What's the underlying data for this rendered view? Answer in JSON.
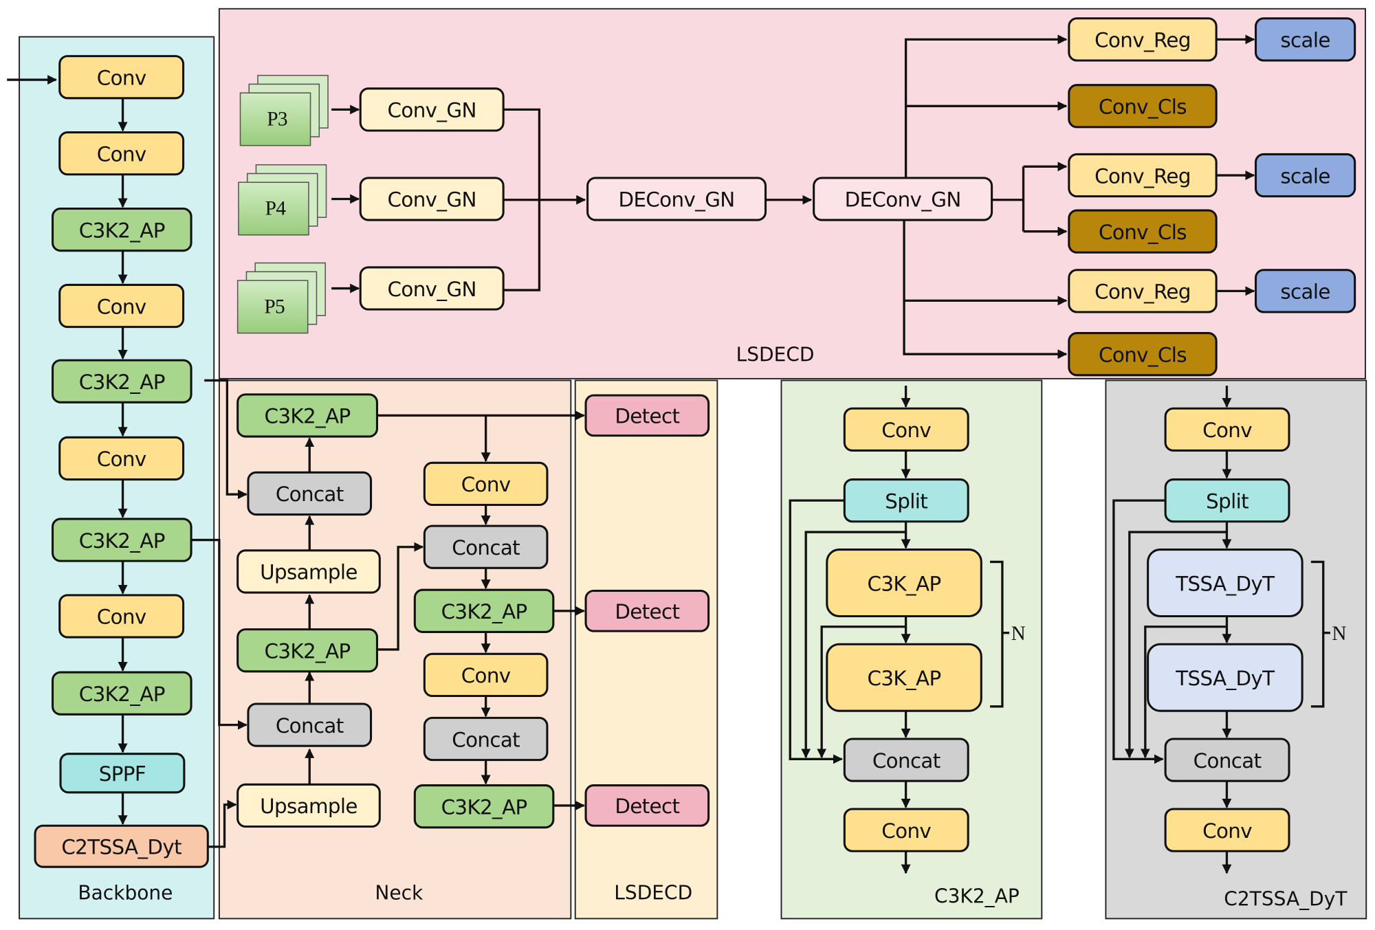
{
  "colors": {
    "backbone_bg": "#d3f1f0",
    "lsdecd_top_bg": "#f9dae0",
    "neck_bg": "#fbe4d6",
    "lsdecd_col_bg": "#fdefd0",
    "c3k2_panel_bg": "#e4f0da",
    "c2tssa_panel_bg": "#d9d9d9",
    "conv": "#ffe08e",
    "c3k2": "#a8d68c",
    "sppf": "#a5e5e3",
    "c2tssa": "#f8c8a8",
    "concat": "#cfcfcf",
    "upsample": "#fff2cc",
    "detect": "#f1b4c0",
    "conv_gn": "#fff2cc",
    "deconv_gn": "#fbe3e8",
    "conv_reg": "#ffe39a",
    "conv_cls": "#b8860b",
    "scale": "#8eaadf",
    "split": "#a9e6e4",
    "tssa": "#dae2f5",
    "feature": "#a9d58e"
  },
  "panels": {
    "backbone": "Backbone",
    "lsdecd_top": "LSDECD",
    "neck": "Neck",
    "lsdecd_col": "LSDECD",
    "c3k2_detail": "C3K2_AP",
    "c2tssa_detail": "C2TSSA_DyT"
  },
  "backbone": [
    "Conv",
    "Conv",
    "C3K2_AP",
    "Conv",
    "C3K2_AP",
    "Conv",
    "C3K2_AP",
    "Conv",
    "C3K2_AP",
    "SPPF",
    "C2TSSA_Dyt"
  ],
  "neck": {
    "left": [
      "C3K2_AP",
      "Concat",
      "Upsample",
      "C3K2_AP",
      "Concat",
      "Upsample"
    ],
    "right": [
      "Conv",
      "Concat",
      "C3K2_AP",
      "Conv",
      "Concat",
      "C3K2_AP"
    ]
  },
  "detect": [
    "Detect",
    "Detect",
    "Detect"
  ],
  "head": {
    "features": [
      "P3",
      "P4",
      "P5"
    ],
    "conv_gn": [
      "Conv_GN",
      "Conv_GN",
      "Conv_GN"
    ],
    "deconv": [
      "DEConv_GN",
      "DEConv_GN"
    ],
    "outputs": [
      {
        "reg": "Conv_Reg",
        "cls": "Conv_Cls",
        "scale": "scale"
      },
      {
        "reg": "Conv_Reg",
        "cls": "Conv_Cls",
        "scale": "scale"
      },
      {
        "reg": "Conv_Reg",
        "cls": "Conv_Cls",
        "scale": "scale"
      }
    ]
  },
  "c3k2_detail": {
    "nodes": [
      "Conv",
      "Split",
      "C3K_AP",
      "C3K_AP",
      "Concat",
      "Conv"
    ],
    "repeat_label": "N"
  },
  "c2tssa_detail": {
    "nodes": [
      "Conv",
      "Split",
      "TSSA_DyT",
      "TSSA_DyT",
      "Concat",
      "Conv"
    ],
    "repeat_label": "N"
  }
}
